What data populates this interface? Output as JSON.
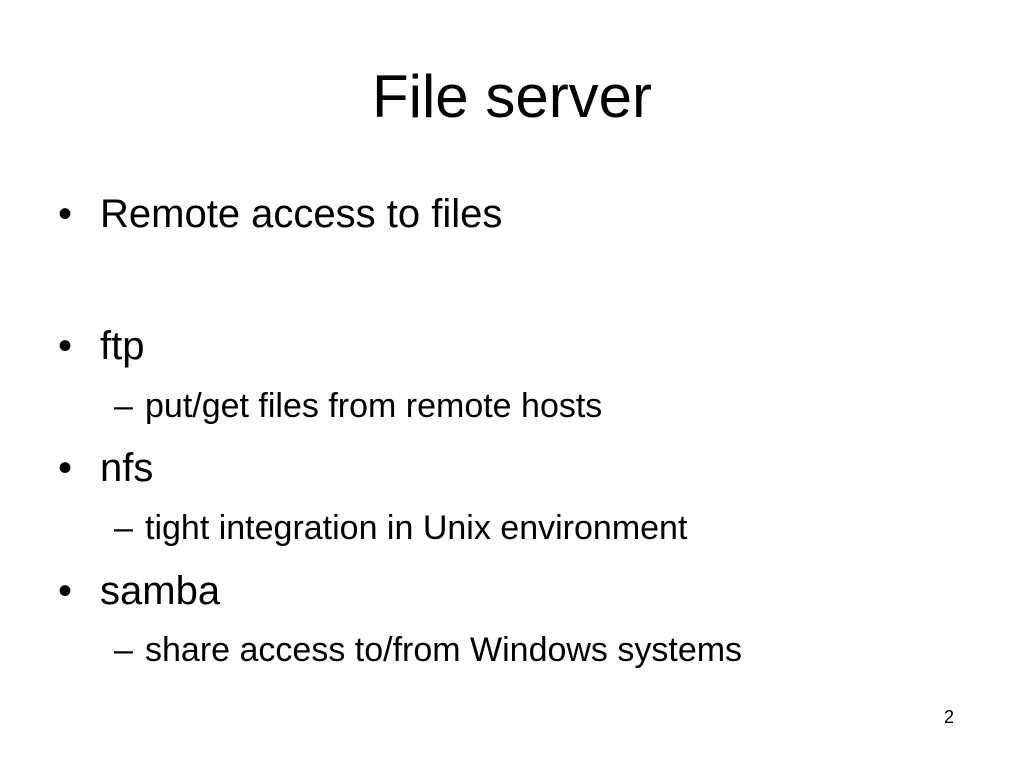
{
  "slide": {
    "title": "File server",
    "bullet_marker": "•",
    "sub_bullet_marker": "–",
    "bullets": [
      {
        "text": "Remote access to files"
      },
      {
        "text": "ftp"
      },
      {
        "text": "put/get files from remote hosts"
      },
      {
        "text": "nfs"
      },
      {
        "text": "tight integration in Unix environment"
      },
      {
        "text": "samba"
      },
      {
        "text": "share access to/from Windows systems"
      }
    ],
    "page_number": "2"
  }
}
